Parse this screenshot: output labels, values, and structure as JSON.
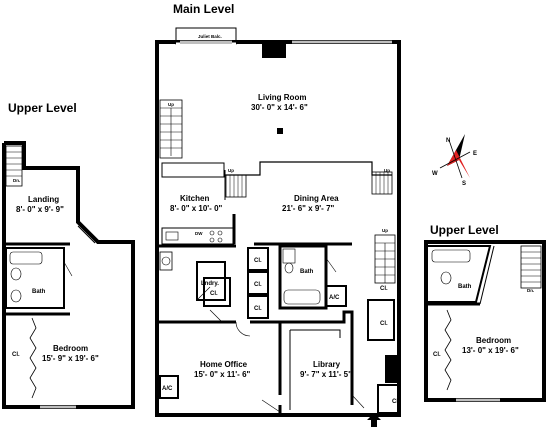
{
  "headers": {
    "main": "Main Level",
    "upper_left": "Upper Level",
    "upper_right": "Upper Level"
  },
  "rooms": {
    "living_name": "Living Room",
    "living_dim": "30'- 0\" x 14'- 6\"",
    "kitchen_name": "Kitchen",
    "kitchen_dim": "8'- 0\" x 10'- 0\"",
    "dining_name": "Dining Area",
    "dining_dim": "21'- 6\" x 9'- 7\"",
    "office_name": "Home Office",
    "office_dim": "15'- 0\" x 11'- 6\"",
    "library_name": "Library",
    "library_dim": "9'- 7\" x 11'- 5\"",
    "landing_name": "Landing",
    "landing_dim": "8'- 0\" x 9'- 9\"",
    "bed1_name": "Bedroom",
    "bed1_dim": "15'- 9\" x 19'- 6\"",
    "bed2_name": "Bedroom",
    "bed2_dim": "13'- 0\" x 19'- 6\""
  },
  "labels": {
    "juliet": "Juliet Balc.",
    "bath": "Bath",
    "laundry": "Lndry.",
    "closet": "Cl.",
    "ac": "A/C",
    "up": "Up",
    "dn": "Dn.",
    "dw": "DW"
  },
  "compass": {
    "n": "N",
    "e": "E",
    "s": "S",
    "w": "W",
    "accent": "#e02020"
  }
}
